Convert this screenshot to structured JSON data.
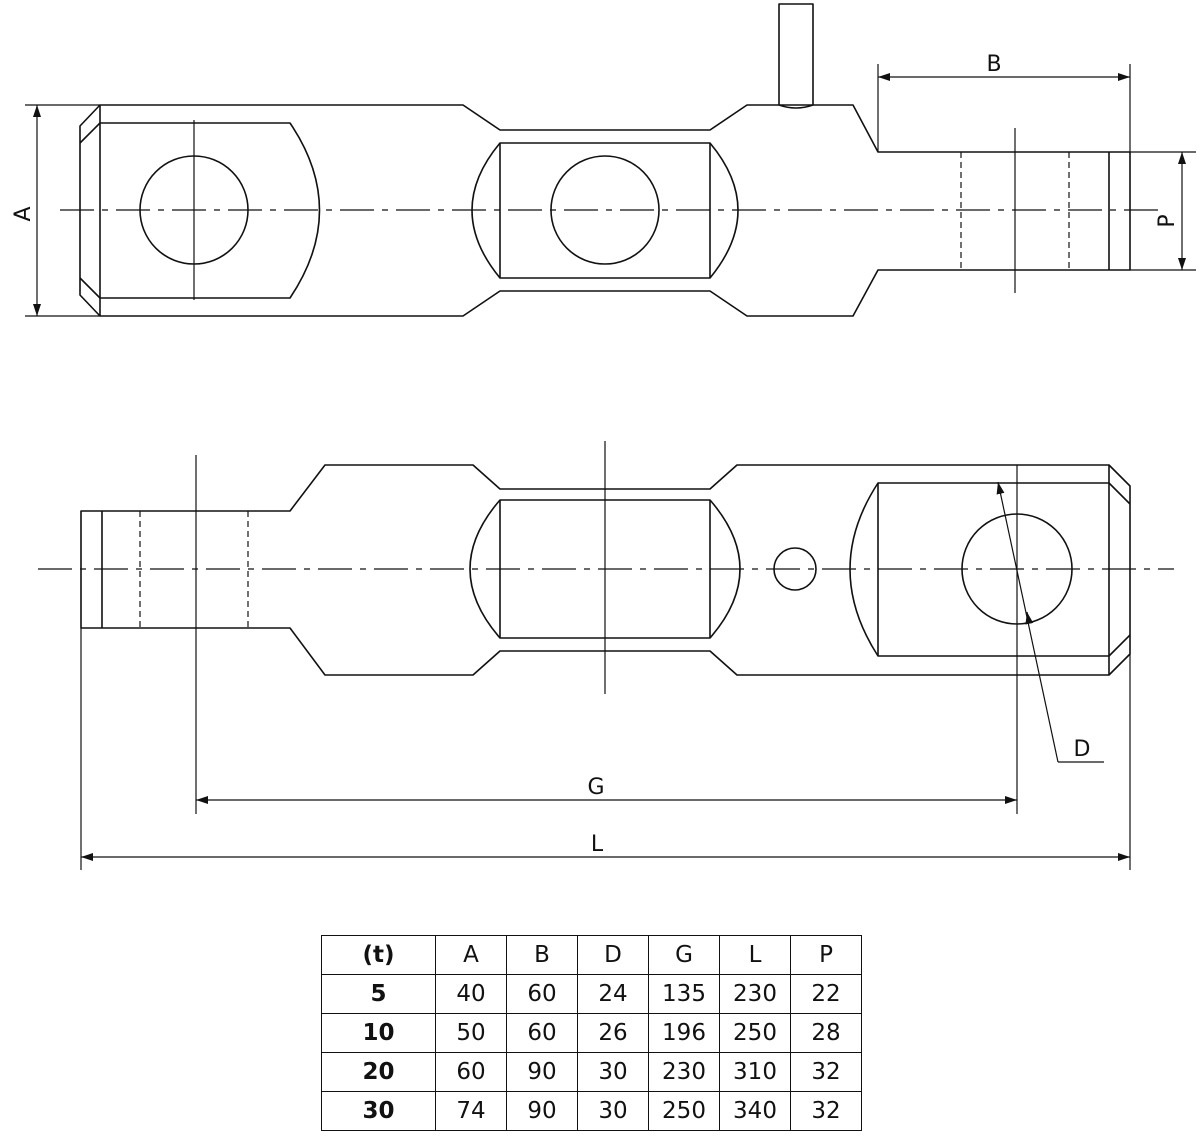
{
  "dimension_labels": {
    "a": "A",
    "b": "B",
    "p": "P",
    "d": "D",
    "g": "G",
    "l": "L"
  },
  "table": {
    "headers": [
      "(t)",
      "A",
      "B",
      "D",
      "G",
      "L",
      "P"
    ],
    "rows": [
      [
        "5",
        "40",
        "60",
        "24",
        "135",
        "230",
        "22"
      ],
      [
        "10",
        "50",
        "60",
        "26",
        "196",
        "250",
        "28"
      ],
      [
        "20",
        "60",
        "90",
        "30",
        "230",
        "310",
        "32"
      ],
      [
        "30",
        "74",
        "90",
        "30",
        "250",
        "340",
        "32"
      ]
    ]
  }
}
